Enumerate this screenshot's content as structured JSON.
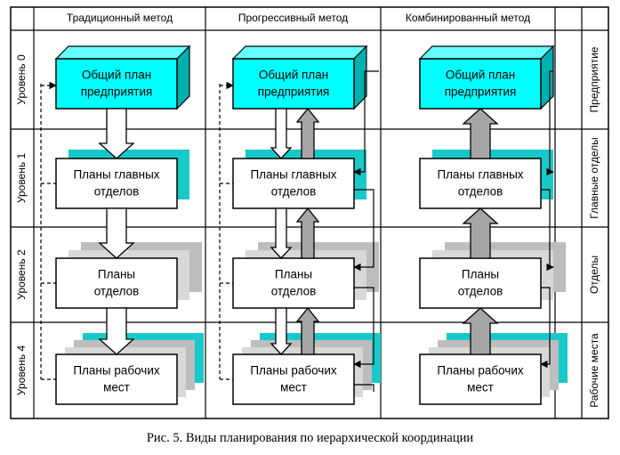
{
  "columns": [
    {
      "id": "traditional",
      "label": "Традиционный метод"
    },
    {
      "id": "progressive",
      "label": "Прогрессивный метод"
    },
    {
      "id": "combined",
      "label": "Комбинированный метод"
    }
  ],
  "levels": [
    "Уровень 0",
    "Уровень 1",
    "Уровень 2",
    "Уровень 4"
  ],
  "units": [
    "Предприятие",
    "Главные отделы",
    "Отделы",
    "Рабочие места"
  ],
  "boxes": [
    [
      "Общий план",
      "предприятия"
    ],
    [
      "Планы главных",
      "отделов"
    ],
    [
      "Планы",
      "отделов"
    ],
    [
      "Планы рабочих",
      "мест"
    ]
  ],
  "caption": "Рис. 5. Виды планирования по иерархической координации",
  "colors": {
    "cyan": "#00ffff",
    "cyan_top": "#66ffff",
    "cyan_side": "#00b0b0",
    "teal_stack": "#19c9c9",
    "gray_stack_1": "#d8d8d8",
    "gray_stack_2": "#bdbdbd",
    "arrow_gray": "#a6a6a6",
    "line": "#000000"
  }
}
